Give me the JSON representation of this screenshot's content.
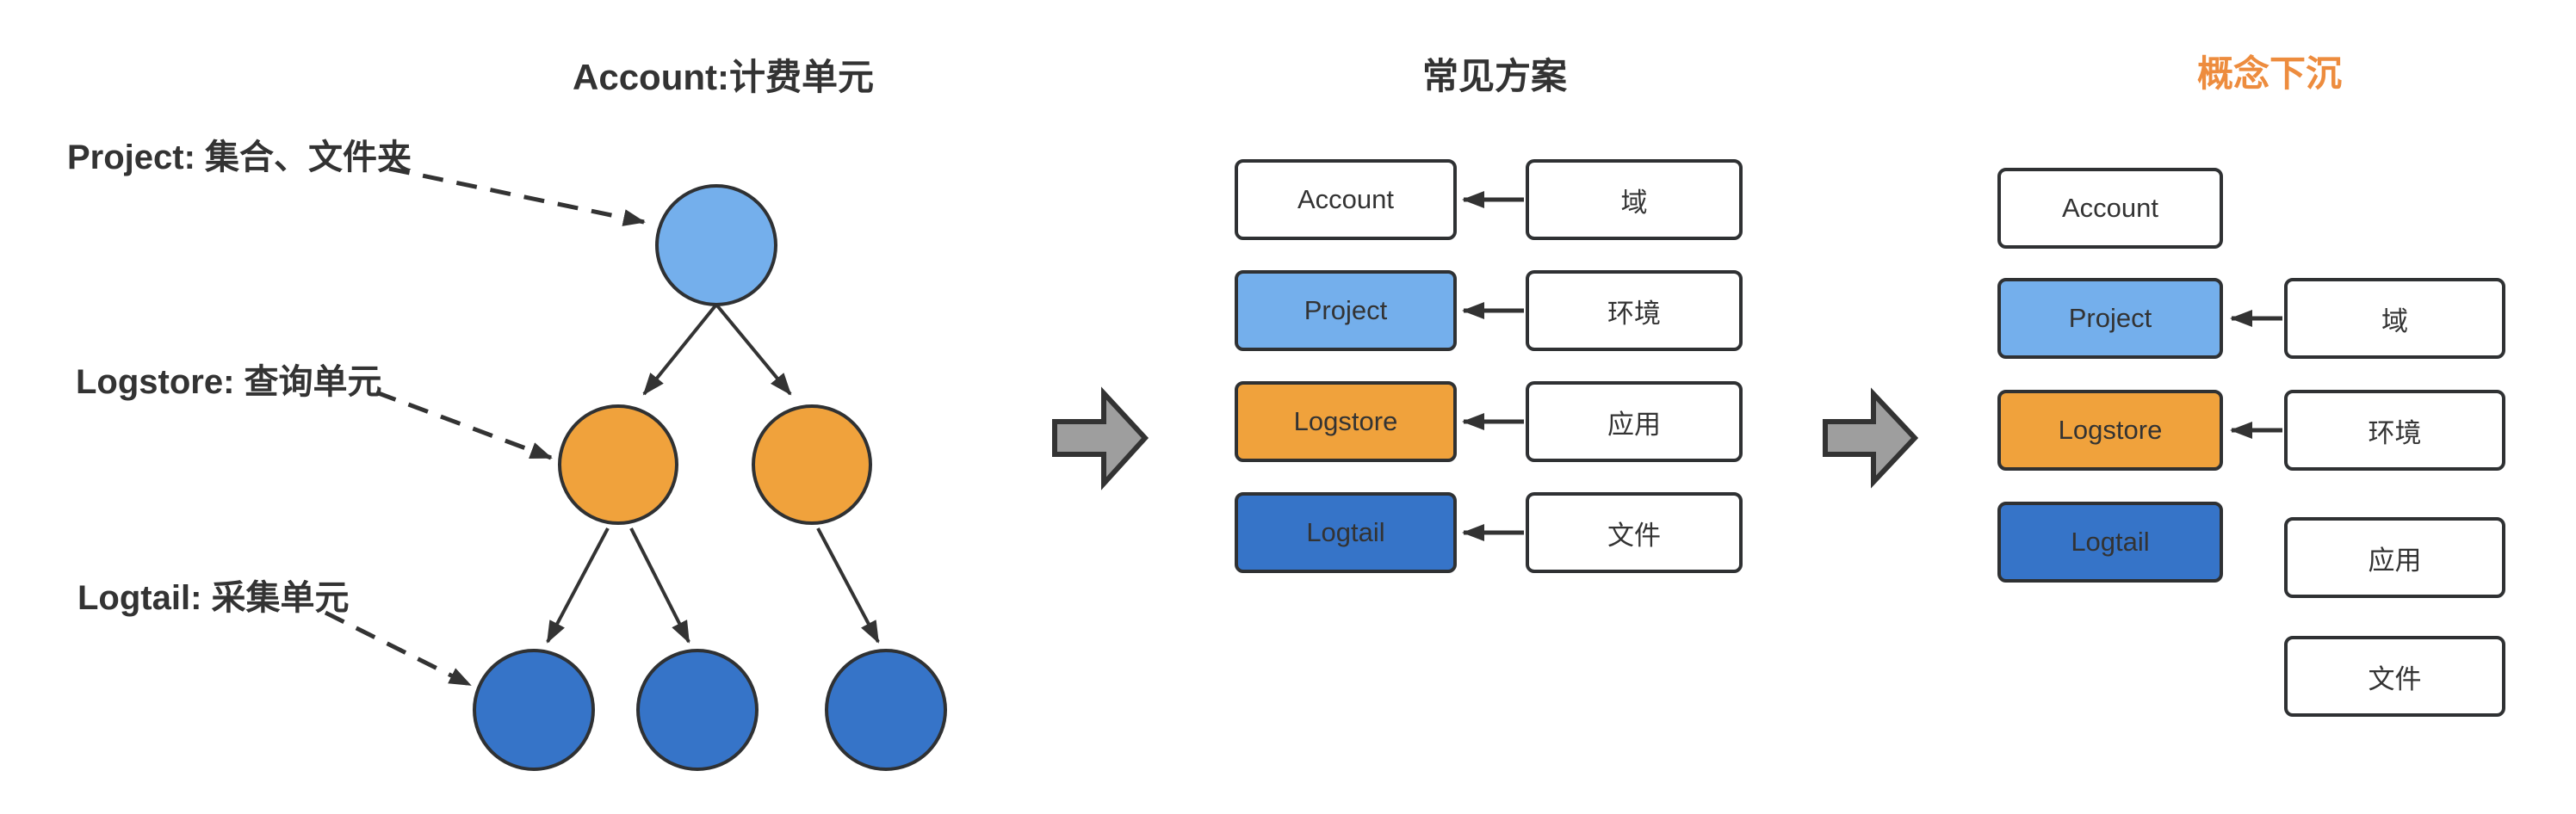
{
  "left": {
    "title": "Account:计费单元",
    "annotation_project": "Project: 集合、文件夹",
    "annotation_logstore": "Logstore: 查询单元",
    "annotation_logtail": "Logtail: 采集单元"
  },
  "middle": {
    "title": "常见方案",
    "rows": [
      {
        "concept": "Account",
        "maps_from": "域"
      },
      {
        "concept": "Project",
        "maps_from": "环境"
      },
      {
        "concept": "Logstore",
        "maps_from": "应用"
      },
      {
        "concept": "Logtail",
        "maps_from": "文件"
      }
    ]
  },
  "right": {
    "title": "概念下沉",
    "concepts": [
      "Account",
      "Project",
      "Logstore",
      "Logtail"
    ],
    "labels": [
      "域",
      "环境",
      "应用",
      "文件"
    ]
  },
  "colors": {
    "light_blue": "#74AFEC",
    "orange": "#F0A23C",
    "dark_blue": "#3674C8",
    "outline": "#2F3133",
    "text": "#333333",
    "title_accent": "#ED8C3E",
    "arrow_gray": "#9E9E9E"
  }
}
